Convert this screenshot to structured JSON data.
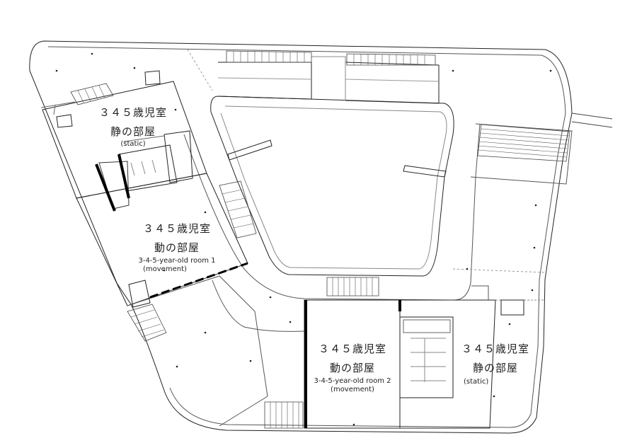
{
  "rooms": {
    "top_left": {
      "title": "３４５歳児室",
      "subtitle": "静の部屋",
      "note": "(static)"
    },
    "middle_left": {
      "title": "３４５歳児室",
      "subtitle": "動の部屋",
      "english": "3-4-5-year-old room 1",
      "note": "(movement)"
    },
    "bottom_center": {
      "title": "３４５歳児室",
      "subtitle": "動の部屋",
      "english": "3-4-5-year-old room 2",
      "note": "(movement)"
    },
    "bottom_right": {
      "title": "３４５歳児室",
      "subtitle": "静の部屋",
      "note": "(static)"
    }
  },
  "colors": {
    "line": "#222222",
    "light": "#777777",
    "wall": "#000000"
  }
}
